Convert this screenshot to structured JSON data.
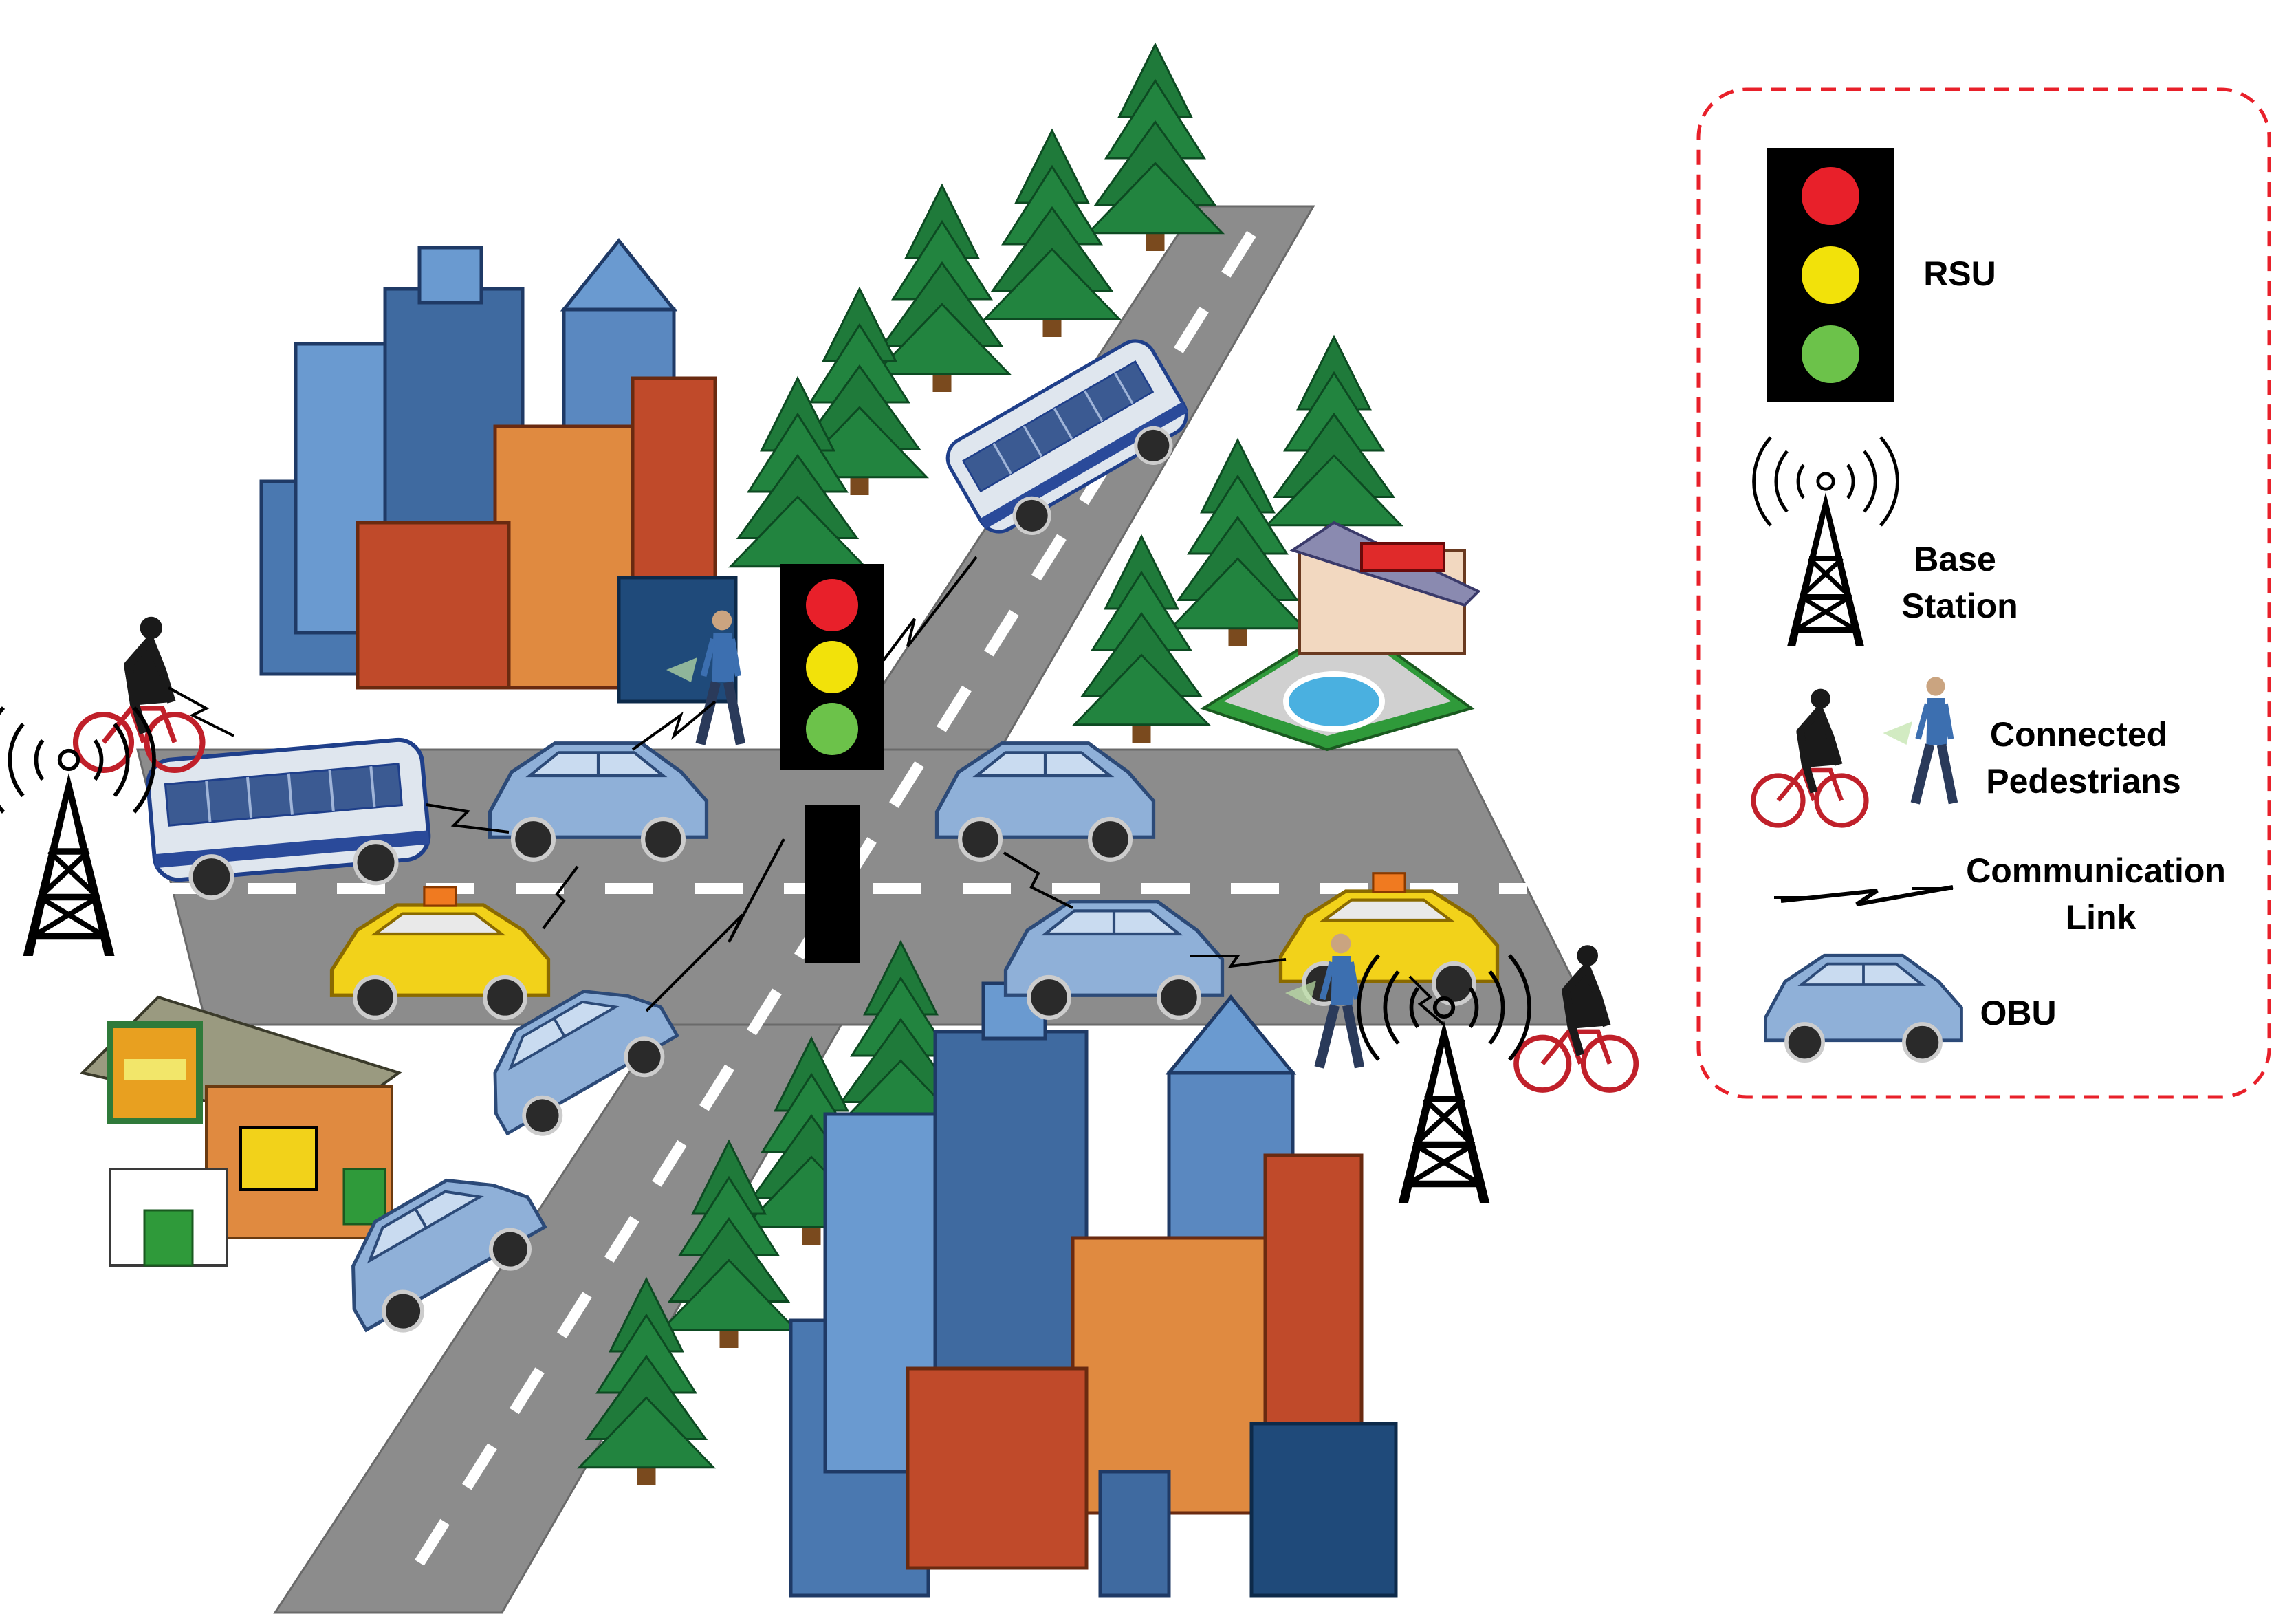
{
  "legend": {
    "items": [
      {
        "icon": "traffic-light-icon",
        "lines": [
          "RSU"
        ]
      },
      {
        "icon": "base-station-icon",
        "lines": [
          "Base",
          "Station"
        ]
      },
      {
        "icon": "pedestrian-icon",
        "lines": [
          "Connected",
          "Pedestrians"
        ]
      },
      {
        "icon": "lightning-link-icon",
        "lines": [
          "Communication",
          "Link"
        ]
      },
      {
        "icon": "car-icon",
        "lines": [
          "OBU"
        ]
      }
    ],
    "border_color": "#e8202a"
  },
  "colors": {
    "road": "#8c8c8c",
    "lane_marking": "#ffffff",
    "tree": "#1f7a3a",
    "tree_trunk": "#7a4a1e",
    "building_blue": "#4a78b0",
    "building_red": "#c04a2a",
    "building_orange": "#e08a40",
    "car_blue": "#8fb0d8",
    "taxi": "#f2d21a",
    "bus": "#dfe6ee",
    "rsu_red": "#e8202a",
    "rsu_yellow": "#f2e20a",
    "rsu_green": "#6cc24a",
    "tower": "#000000"
  }
}
